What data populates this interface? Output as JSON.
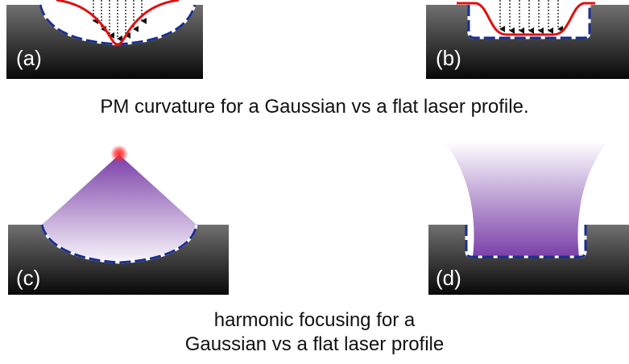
{
  "panels": {
    "a": {
      "label": "(a)"
    },
    "b": {
      "label": "(b)"
    },
    "c": {
      "label": "(c)"
    },
    "d": {
      "label": "(d)"
    }
  },
  "captions": {
    "top": "PM curvature for a Gaussian vs a flat laser profile.",
    "bottom": "harmonic focusing for a\nGaussian vs a flat laser profile"
  },
  "colors": {
    "plasma_mirror_dashed": "#1a2f8f",
    "laser_profile": "#e01010",
    "harmonic_beam": "#7a3fa8",
    "source_glow": "#ff2a2a",
    "target_top": "#707070",
    "target_bottom": "#080808"
  }
}
